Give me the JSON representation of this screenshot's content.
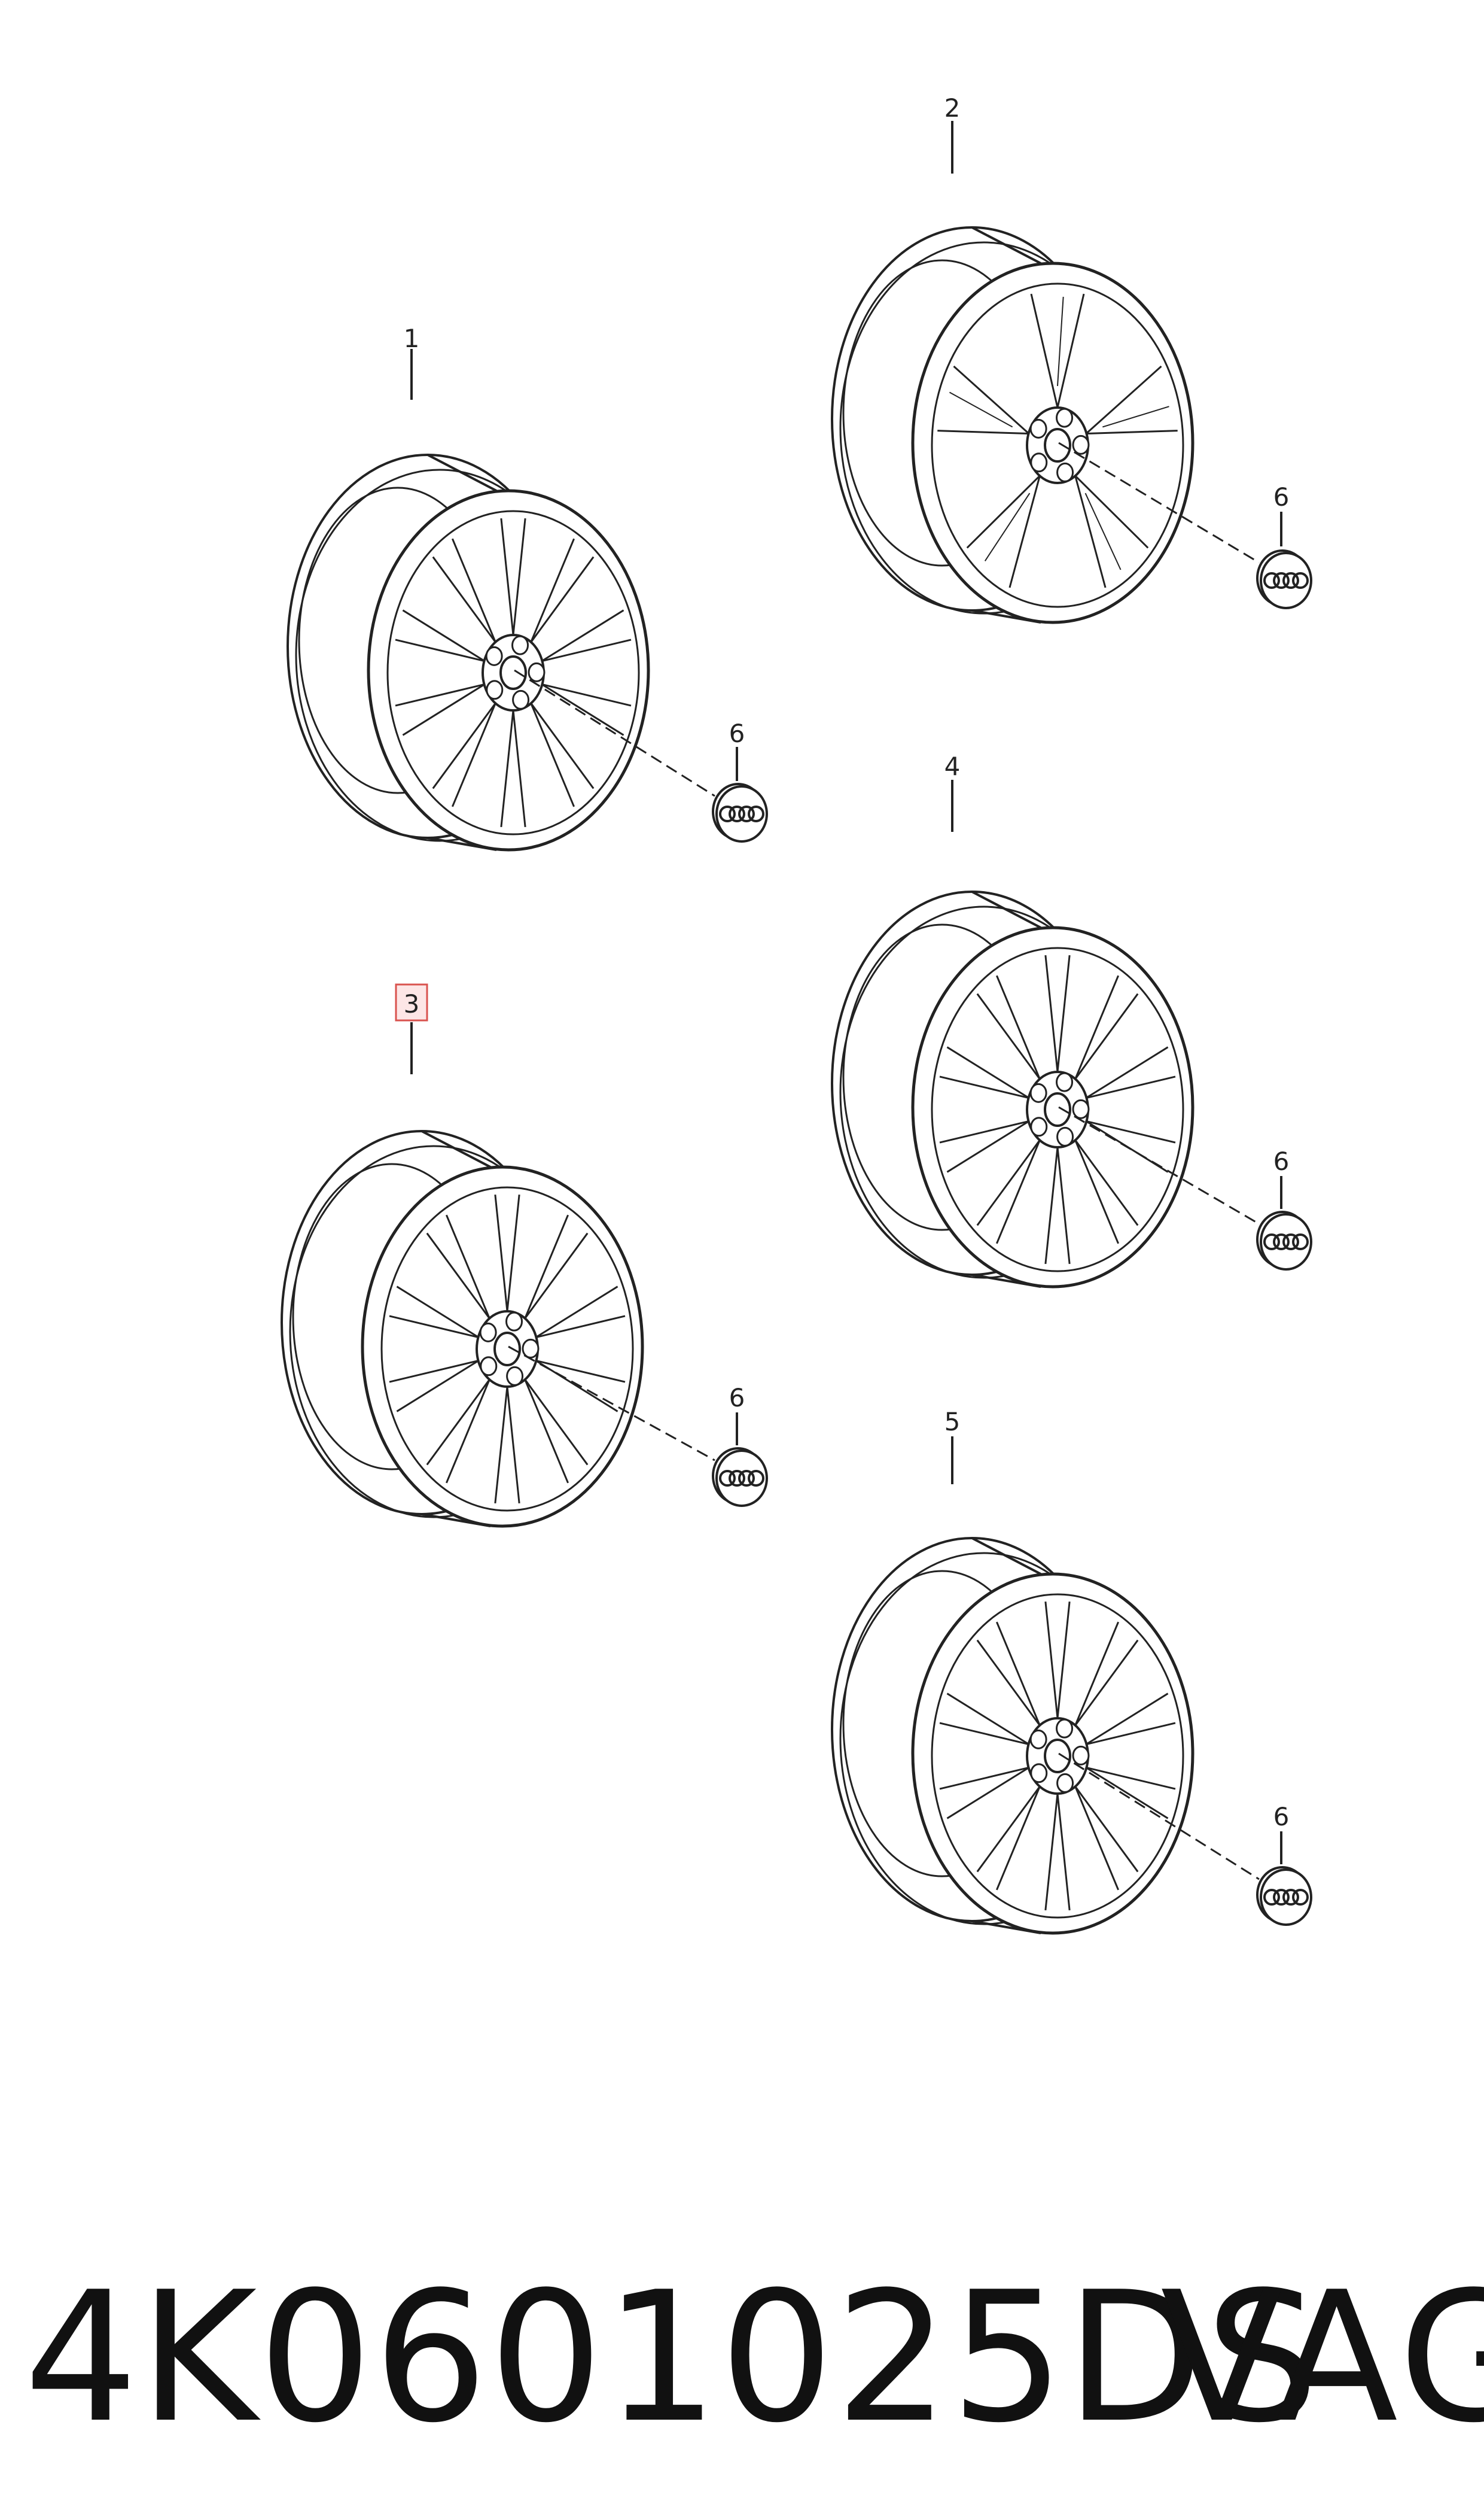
{
  "callouts": {
    "wheel_1": "1",
    "wheel_2": "2",
    "wheel_3": "3",
    "wheel_4": "4",
    "wheel_5": "5",
    "cap_1": "6",
    "cap_2": "6",
    "cap_3": "6",
    "cap_4": "6",
    "cap_5": "6"
  },
  "colors": {
    "line": "#222222",
    "highlight_border": "#d9534f",
    "highlight_fill": "#fde6e6"
  },
  "footer": {
    "part_number": "4K0601025DS",
    "brand": "VAG"
  }
}
